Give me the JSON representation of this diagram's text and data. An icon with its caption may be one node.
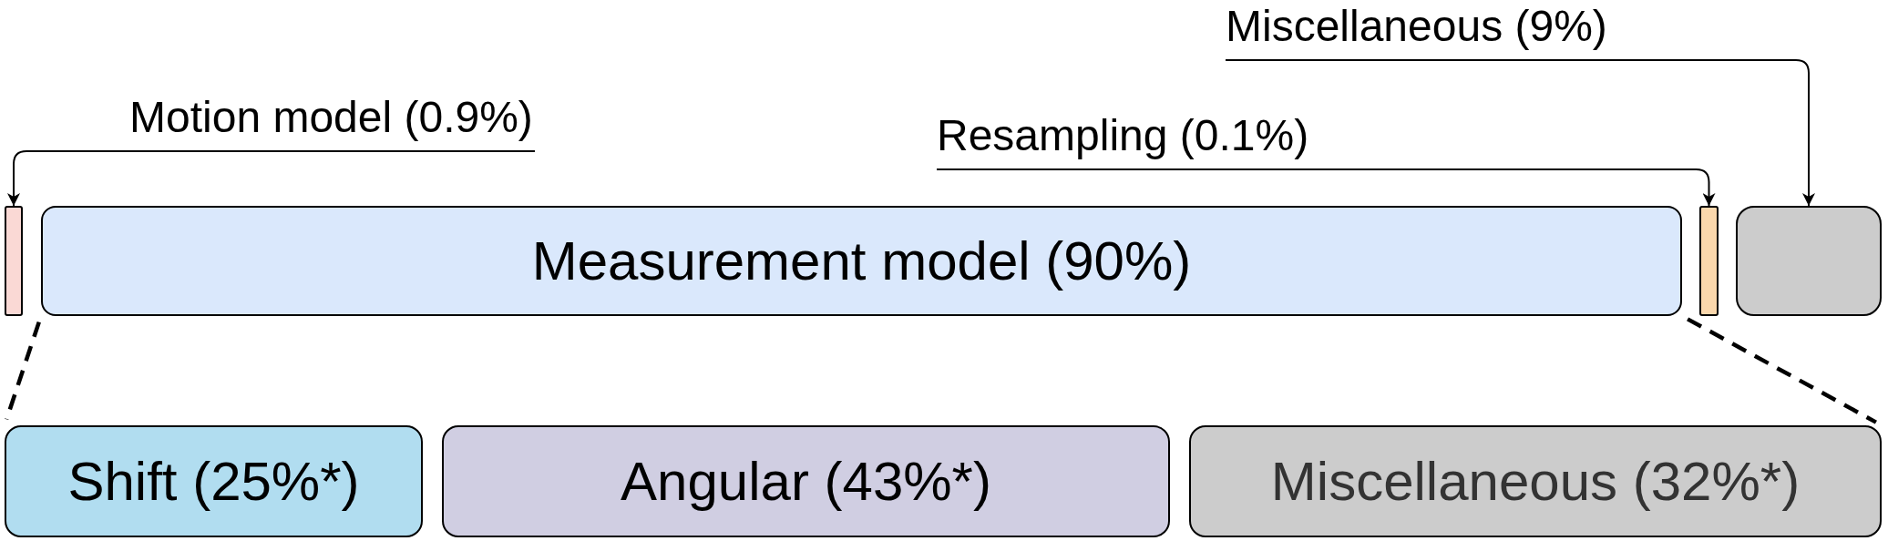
{
  "diagram": {
    "nodes": [
      {
        "text": [
          "Miscellaneous (9%)"
        ]
      },
      {
        "text": [
          "Motion model (0.9%)"
        ]
      },
      {
        "text": [
          "Resampling (0.1%)"
        ]
      },
      {
        "text": [],
        "shape": "bar"
      },
      {
        "text": [
          "Measurement model (90%)"
        ]
      },
      {
        "text": [],
        "shape": "bar"
      },
      {
        "text": [],
        "shape": "box"
      },
      {
        "text": [
          "Shift (25%*)"
        ]
      },
      {
        "text": [
          "Angular (43%*)"
        ]
      },
      {
        "text": [
          "Miscellaneous (32%*)"
        ]
      }
    ],
    "edges": [
      {
        "from": 1,
        "to": 3,
        "arrow": "to"
      },
      {
        "from": 2,
        "to": 5,
        "arrow": "to"
      },
      {
        "from": 0,
        "to": 6,
        "arrow": "to"
      },
      {
        "from": 4,
        "to": 7,
        "arrow": "none",
        "style": "dashed"
      },
      {
        "from": 4,
        "to": 9,
        "arrow": "none",
        "style": "dashed"
      }
    ]
  }
}
